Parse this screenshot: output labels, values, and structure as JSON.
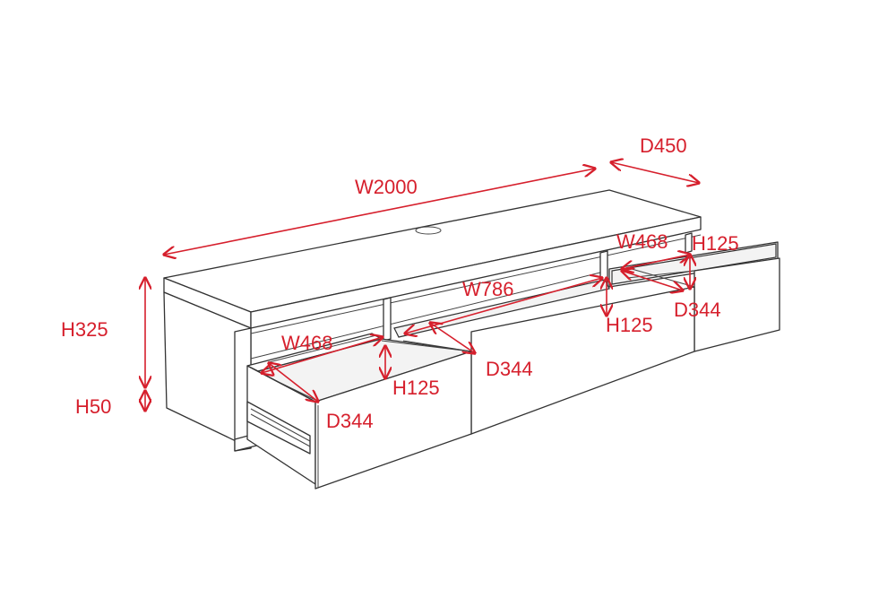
{
  "accent_color": "#d61f2c",
  "drawing_color": "#333333",
  "dimensions": {
    "overall_width": "W2000",
    "overall_depth": "D450",
    "overall_height": "H325",
    "leg_height": "H50",
    "left_drawer_width": "W468",
    "left_drawer_height": "H125",
    "left_drawer_depth": "D344",
    "center_drawer_width": "W786",
    "center_drawer_height": "H125",
    "center_drawer_depth": "D344",
    "right_drawer_width": "W468",
    "right_drawer_height": "H125",
    "right_drawer_depth": "D344"
  }
}
